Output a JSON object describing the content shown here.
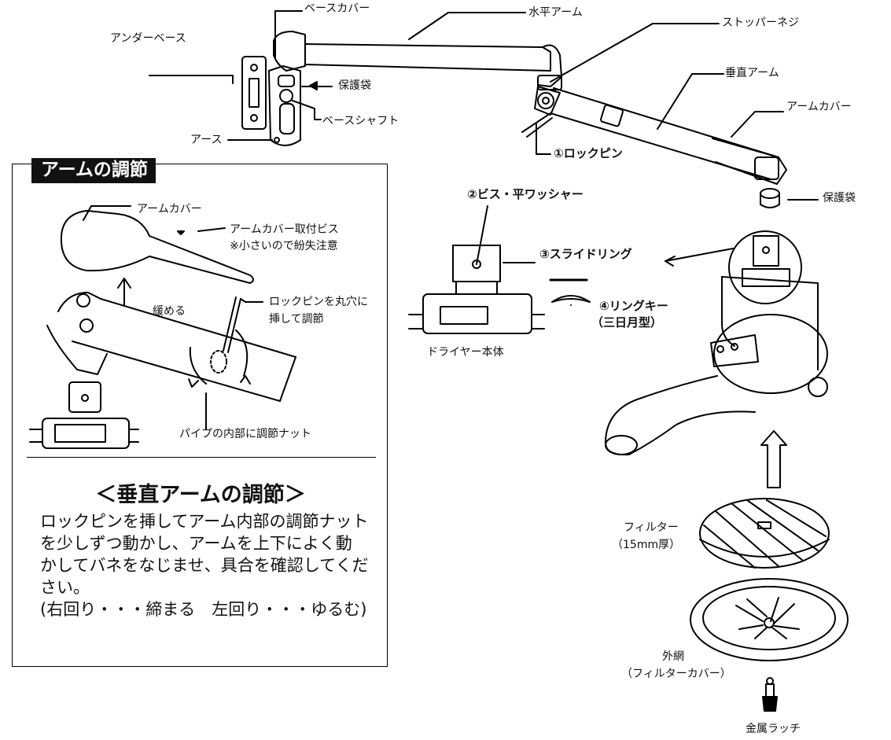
{
  "labels": {
    "under_base": "アンダーベース",
    "base_cover": "ベースカバー",
    "horizontal_arm": "水平アーム",
    "stopper_screw": "ストッパーネジ",
    "vertical_arm": "垂直アーム",
    "arm_cover": "アームカバー",
    "protective_bag_top": "保護袋",
    "base_shaft": "ベースシャフト",
    "earth": "アース",
    "lock_pin": "①ロックピン",
    "screw_washer": "②ビス・平ワッシャー",
    "slide_ring": "③スライドリング",
    "ring_key": "④リングキー",
    "ring_key_sub": "（三日月型）",
    "dryer_body": "ドライヤー本体",
    "protective_bag_right": "保護袋",
    "filter": "フィルター",
    "filter_sub": "（15mm厚）",
    "outer_net": "外網",
    "outer_net_sub": "（フィルターカバー）",
    "metal_latch": "金属ラッチ"
  },
  "panel": {
    "title": "アームの調節",
    "arm_cover": "アームカバー",
    "arm_cover_screw": "アームカバー取付ビス",
    "arm_cover_screw_note": "※小さいので紛失注意",
    "loosen": "緩める",
    "lock_pin_line1": "ロックピンを丸穴に",
    "lock_pin_line2": "挿して調節",
    "inner_nut": "パイプの内部に調節ナット",
    "section_title": "＜垂直アームの調節＞",
    "body_lines": [
      "ロックピンを挿してアーム内部の調節ナット",
      "を少しずつ動かし、アームを上下によく動",
      "かしてバネをなじませ、具合を確認してくだ",
      "さい。",
      "(右回り・・・締まる　左回り・・・ゆるむ)"
    ]
  }
}
